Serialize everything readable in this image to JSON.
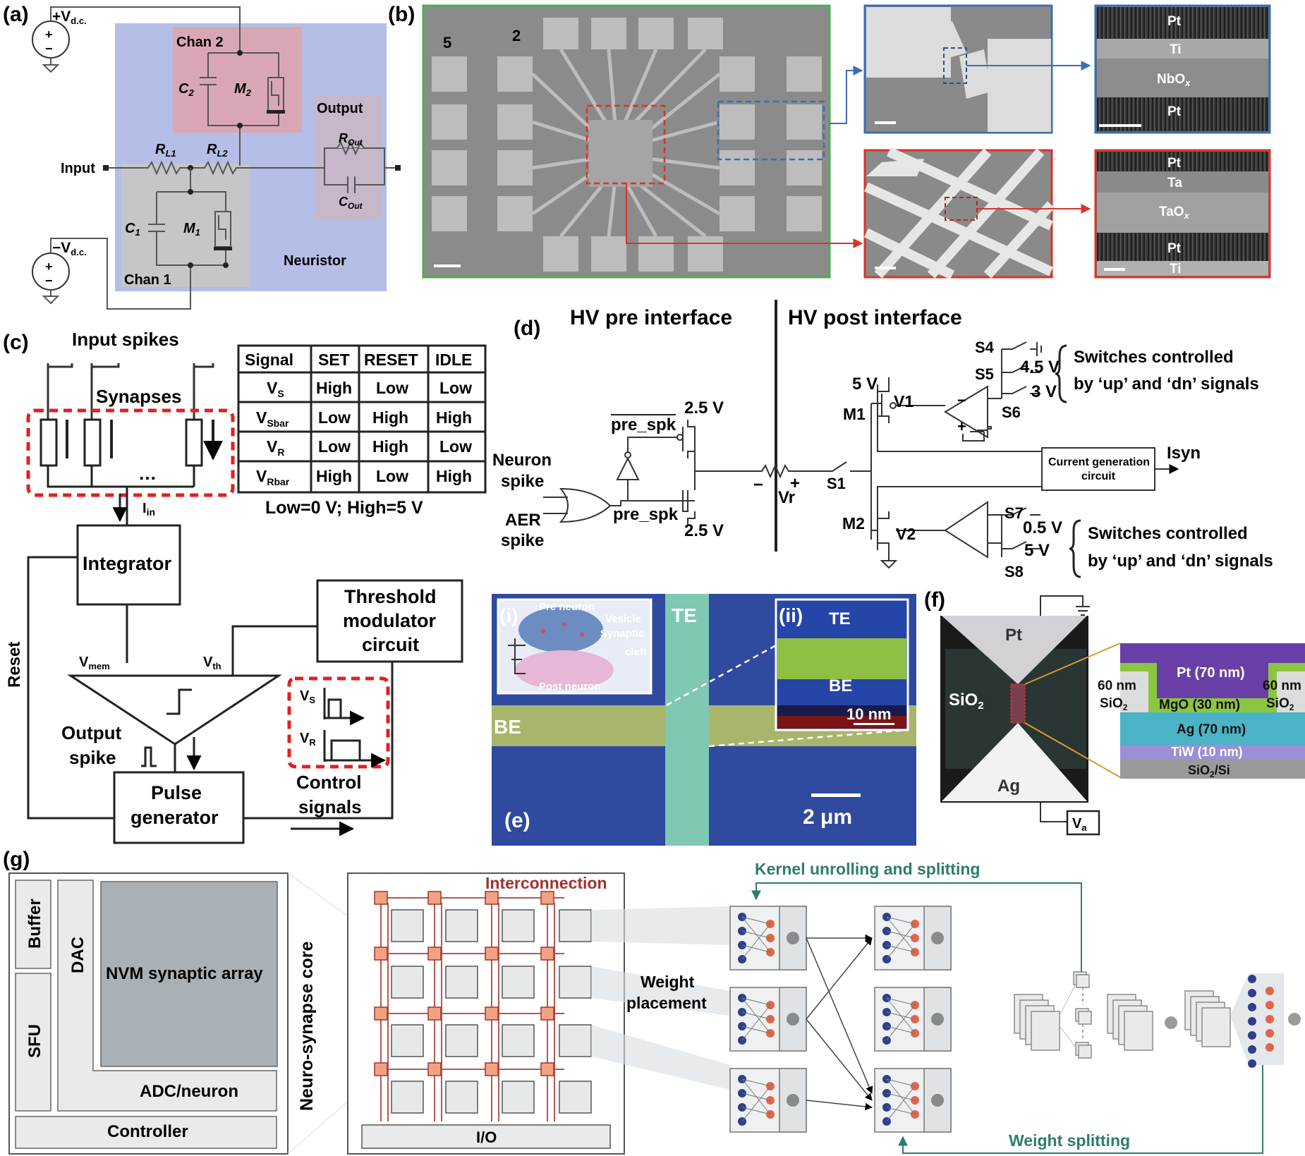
{
  "panels": {
    "a": {
      "label": "(a)",
      "vdc_pos": "+V",
      "vdc_pos_sub": "d.c.",
      "vdc_neg": "−V",
      "vdc_neg_sub": "d.c.",
      "chan2": "Chan 2",
      "chan1": "Chan 1",
      "c2": "C",
      "c2_sub": "2",
      "m2": "M",
      "m2_sub": "2",
      "c1": "C",
      "c1_sub": "1",
      "m1": "M",
      "m1_sub": "1",
      "rl1": "R",
      "rl1_sub": "L1",
      "rl2": "R",
      "rl2_sub": "L2",
      "input": "Input",
      "output": "Output",
      "rout": "R",
      "rout_sub": "Out",
      "cout": "C",
      "cout_sub": "Out",
      "neuristor": "Neuristor",
      "plus": "+",
      "minus": "−",
      "colors": {
        "bg": "#b4bee6",
        "chan2": "#d9a7b4",
        "chan1": "#c4c6c8",
        "output": "#c6b7c9"
      }
    },
    "b": {
      "label": "(b)",
      "num5": "5",
      "num2": "2",
      "layers_top": [
        "Pt",
        "Ti",
        "NbO",
        "Pt"
      ],
      "nbox_sub": "x",
      "layers_bottom": [
        "Pt",
        "Ta",
        "TaO",
        "Pt",
        "Ti"
      ],
      "taox_sub": "x",
      "colors": {
        "green_frame": "#4caf50",
        "blue_frame": "#3a6fb0",
        "red_frame": "#d9342b"
      }
    },
    "c": {
      "label": "(c)",
      "input_spikes": "Input spikes",
      "synapses": "Synapses",
      "dots": "…",
      "iin": "I",
      "iin_sub": "in",
      "integrator": "Integrator",
      "vmem": "V",
      "vmem_sub": "mem",
      "vth": "V",
      "vth_sub": "th",
      "threshold": [
        "Threshold",
        "modulator",
        "circuit"
      ],
      "reset": "Reset",
      "output_spike": [
        "Output",
        "spike"
      ],
      "pulse_gen": [
        "Pulse",
        "generator"
      ],
      "control": [
        "Control",
        "signals"
      ],
      "vs": "V",
      "vs_sub": "S",
      "vr": "V",
      "vr_sub": "R",
      "table": {
        "headers": [
          "Signal",
          "SET",
          "RESET",
          "IDLE"
        ],
        "rows": [
          {
            "sig": "V",
            "sub": "S",
            "vals": [
              "High",
              "Low",
              "Low"
            ]
          },
          {
            "sig": "V",
            "sub": "Sbar",
            "vals": [
              "Low",
              "High",
              "High"
            ]
          },
          {
            "sig": "V",
            "sub": "R",
            "vals": [
              "Low",
              "High",
              "Low"
            ]
          },
          {
            "sig": "V",
            "sub": "Rbar",
            "vals": [
              "High",
              "Low",
              "High"
            ]
          }
        ]
      },
      "legend": "Low=0 V; High=5 V"
    },
    "d": {
      "label": "(d)",
      "pre_title": "HV pre interface",
      "post_title": "HV post interface",
      "neuron_spike": [
        "Neuron",
        "spike"
      ],
      "aer_spike": [
        "AER",
        "spike"
      ],
      "pre_spk_top": "pre_spk",
      "pre_spk_bottom": "pre_spk",
      "v25_top": "2.5 V",
      "v25_bottom": "2.5 V",
      "vr": "Vr",
      "minus": "−",
      "plus": "+",
      "s1": "S1",
      "v5": "5 V",
      "m1": "M1",
      "m2": "M2",
      "v1": "V1",
      "v2": "V2",
      "s4": "S4",
      "s5": "S5",
      "s6": "S6",
      "s7": "S7",
      "s8": "S8",
      "v45": "4.5 V",
      "v3": "3 V",
      "v05": "0.5 V",
      "v5b": "5 V",
      "switch_note": [
        "Switches controlled",
        "by ‘up’ and ‘dn’ signals"
      ],
      "switch_note2": [
        "Switches controlled",
        "by ‘up’ and ‘dn’ signals"
      ],
      "current_gen": [
        "Current generation",
        "circuit"
      ],
      "isyn": "Isyn",
      "op_minus": "−",
      "op_plus": "+"
    },
    "e": {
      "label": "(e)",
      "te": "TE",
      "be": "BE",
      "inset_i": "(i)",
      "pre_neuron": "Pre neuron",
      "vesicle": "Vesicle",
      "synaptic": "Synaptic",
      "cleft": "cleft",
      "post_neuron": "Post neuron",
      "inset_ii": "(ii)",
      "te2": "TE",
      "be2": "BE",
      "scale_10nm": "10 nm",
      "scale_2um": "2 μm",
      "colors": {
        "bg": "#2f4a9e",
        "te": "#7fc8b4",
        "be": "#a9b56b"
      }
    },
    "f": {
      "label": "(f)",
      "pt": "Pt",
      "sio2": "SiO",
      "sio2_sub": "2",
      "ag": "Ag",
      "va": "V",
      "va_sub": "a",
      "stack": {
        "pt70": "Pt (70 nm)",
        "nm60_left": "60 nm",
        "sio2_left": "SiO",
        "sio2_left_sub": "2",
        "nm60_right": "60 nm",
        "sio2_right": "SiO",
        "sio2_right_sub": "2",
        "mgo": "MgO (30 nm)",
        "ag70": "Ag (70 nm)",
        "tiw": "TiW (10 nm)",
        "sio2si": "SiO",
        "sio2si_sub": "2",
        "sio2si_tail": "/Si"
      },
      "colors": {
        "pt": "#6a3fa8",
        "mgo": "#8cc63f",
        "ag": "#4bb3c6",
        "tiw": "#9b8fd6",
        "sub": "#9a9a9a"
      }
    },
    "g": {
      "label": "(g)",
      "buffer": "Buffer",
      "sfu": "SFU",
      "dac": "DAC",
      "nvm": "NVM synaptic array",
      "adc": "ADC/neuron",
      "controller": "Controller",
      "core": "Neuro-synapse core",
      "interconnection": "Interconnection",
      "io": "I/O",
      "weight_placement": [
        "Weight",
        "placement"
      ],
      "kernel": "Kernel unrolling and splitting",
      "weight_splitting": "Weight splitting",
      "colors": {
        "accent_teal": "#2e7d6b",
        "interconnect": "#a0322e",
        "router": "#f2a282",
        "blue_node": "#2e3f8c",
        "red_node": "#e0654a"
      }
    }
  }
}
